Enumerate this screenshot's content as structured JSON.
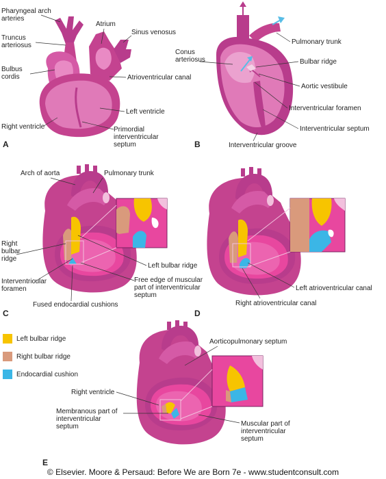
{
  "colors": {
    "heart_dark": "#b83c8c",
    "heart_mid": "#d2449b",
    "heart_light": "#e98ac4",
    "heart_pale": "#f2c0dd",
    "left_bulbar_ridge": "#f7c400",
    "right_bulbar_ridge": "#d99a7c",
    "endocardial_cushion": "#3bb6e6",
    "arrow_blue": "#58bde6"
  },
  "panels": {
    "a": {
      "letter": "A",
      "labels": {
        "pharyngeal_arch_arteries": "Pharyngeal arch arteries",
        "truncus_arteriosus": "Truncus arteriosus",
        "bulbus_cordis": "Bulbus cordis",
        "atrium": "Atrium",
        "sinus_venosus": "Sinus venosus",
        "atrioventricular_canal": "Atrioventricular canal",
        "left_ventricle": "Left ventricle",
        "right_ventricle": "Right ventricle",
        "primordial_iv_septum": "Primordial interventricular septum"
      }
    },
    "b": {
      "letter": "B",
      "labels": {
        "pulmonary_trunk": "Pulmonary trunk",
        "conus_arteriosus": "Conus arteriosus",
        "bulbar_ridge": "Bulbar ridge",
        "aortic_vestibule": "Aortic vestibule",
        "iv_foramen": "Interventricular foramen",
        "iv_septum": "Interventricular septum",
        "iv_groove": "Interventricular groove"
      }
    },
    "c": {
      "letter": "C",
      "labels": {
        "arch_of_aorta": "Arch of aorta",
        "pulmonary_trunk": "Pulmonary trunk",
        "right_bulbar_ridge": "Right bulbar ridge",
        "left_bulbar_ridge": "Left bulbar ridge",
        "iv_foramen": "Interventricular foramen",
        "free_edge": "Free edge of muscular part of interventricular septum",
        "fused_cushions": "Fused endocardial cushions"
      }
    },
    "d": {
      "letter": "D",
      "labels": {
        "left_av_canal": "Left atrioventricular canal",
        "right_av_canal": "Right atrioventricular canal"
      }
    },
    "e": {
      "letter": "E",
      "labels": {
        "aorticopulmonary_septum": "Aorticopulmonary septum",
        "right_ventricle": "Right ventricle",
        "membranous_part": "Membranous part of interventricular septum",
        "muscular_part": "Muscular part of interventricular septum"
      }
    }
  },
  "legend": [
    {
      "label": "Left bulbar ridge",
      "color": "#f7c400"
    },
    {
      "label": "Right bulbar ridge",
      "color": "#d99a7c"
    },
    {
      "label": "Endocardial cushion",
      "color": "#3bb6e6"
    }
  ],
  "copyright": "© Elsevier. Moore & Persaud: Before We are Born 7e - www.studentconsult.com"
}
